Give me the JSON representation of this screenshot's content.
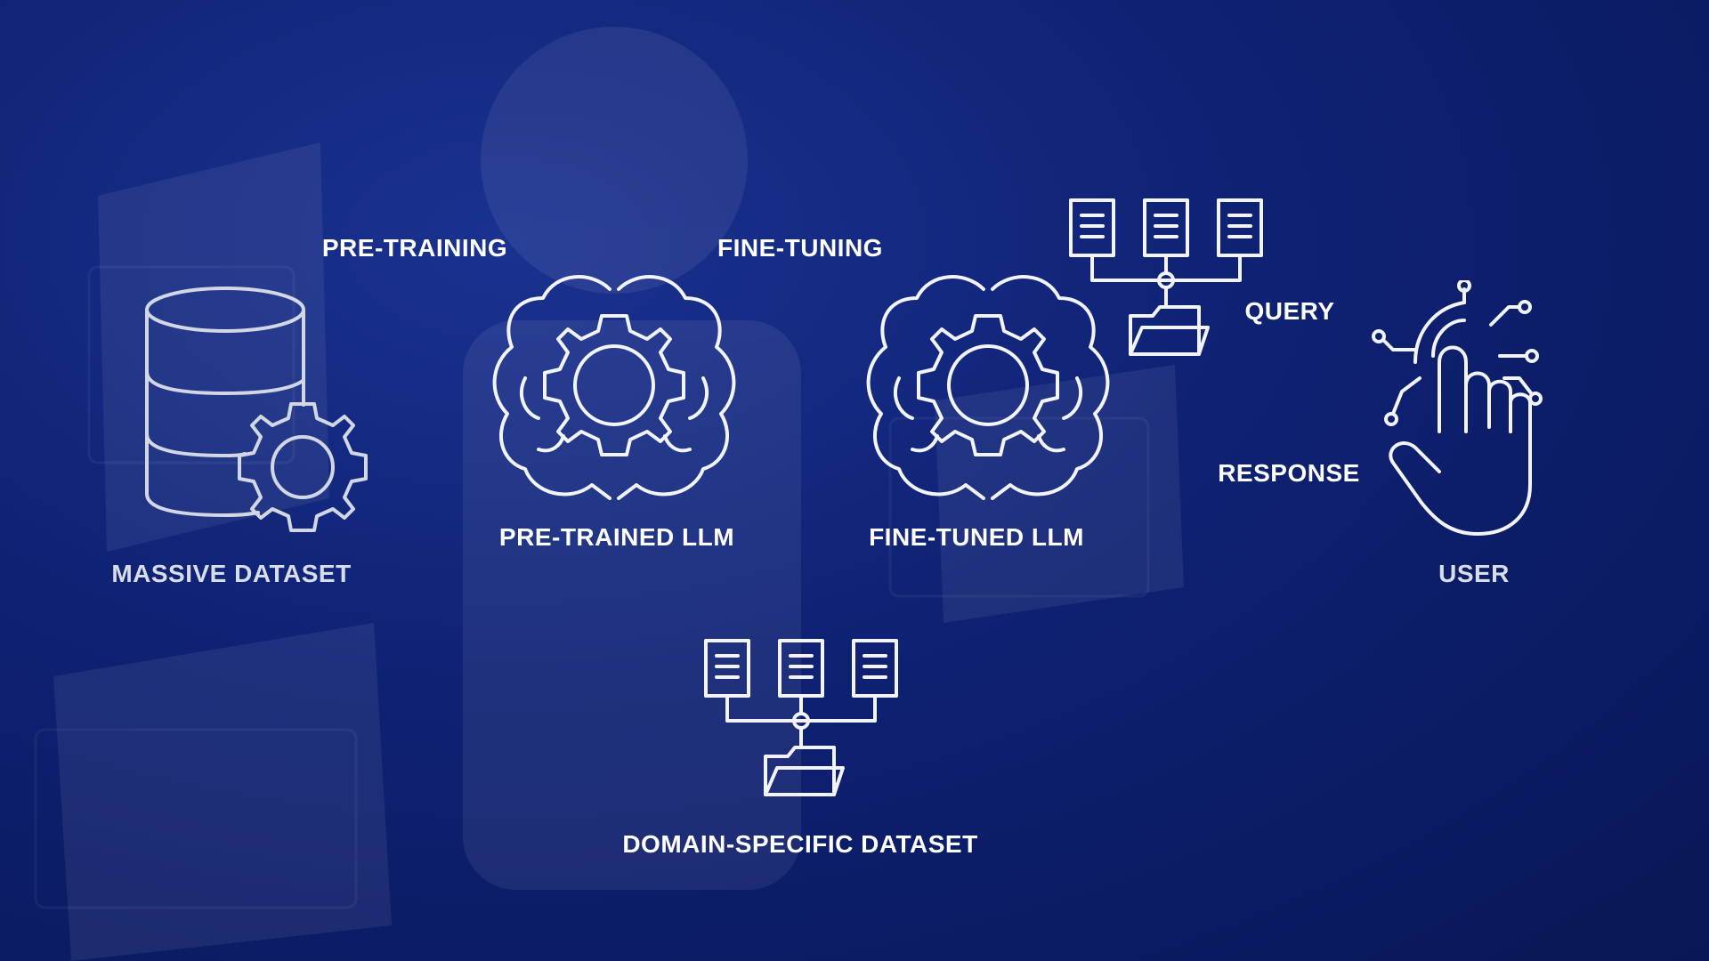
{
  "nodes": {
    "massive_dataset": "MASSIVE DATASET",
    "pre_trained_llm": "PRE-TRAINED LLM",
    "fine_tuned_llm": "FINE-TUNED LLM",
    "user": "USER",
    "domain_specific_dataset": "DOMAIN-SPECIFIC DATASET"
  },
  "edges": {
    "pre_training": "PRE-TRAINING",
    "fine_tuning": "FINE-TUNING",
    "query": "QUERY",
    "response": "RESPONSE"
  },
  "icons": {
    "dataset": "database-gear-icon",
    "pretrained": "brain-gear-icon",
    "finetuned": "brain-gear-icon",
    "query_docs": "document-folder-icon",
    "user": "touch-hand-icon",
    "domain_docs": "document-folder-icon"
  },
  "colors": {
    "background": "#0e2173",
    "foreground": "#f2f4fa"
  }
}
